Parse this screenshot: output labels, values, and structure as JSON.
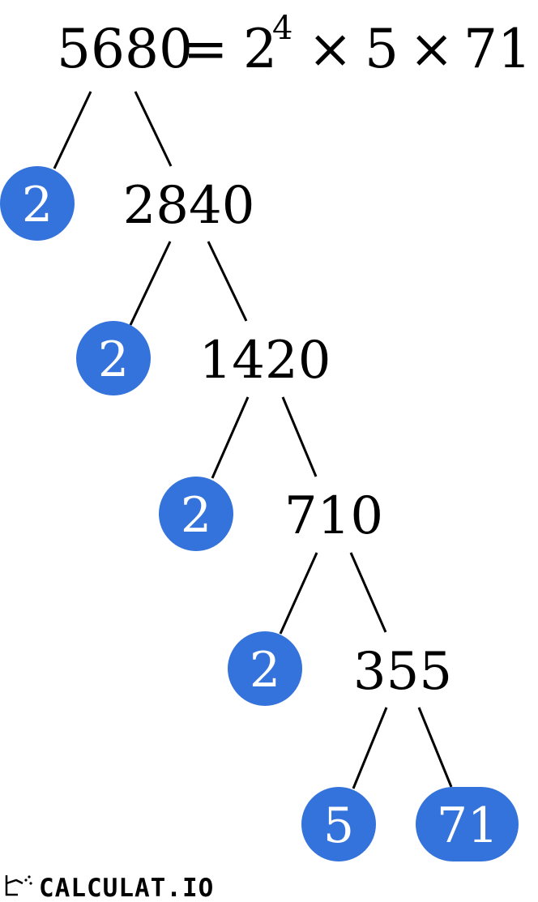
{
  "equation": {
    "number": "5680",
    "equals": "=",
    "base": "2",
    "exponent": "4",
    "times": "×",
    "factor_5": "5",
    "factor_71": "71"
  },
  "tree": {
    "composite_nodes": [
      "2840",
      "1420",
      "710",
      "355"
    ],
    "prime_leaves": [
      "2",
      "2",
      "2",
      "2",
      "5",
      "71"
    ],
    "prime_color": "#3573dc"
  },
  "branding": {
    "logo_text": "CALCULAT.IO"
  }
}
